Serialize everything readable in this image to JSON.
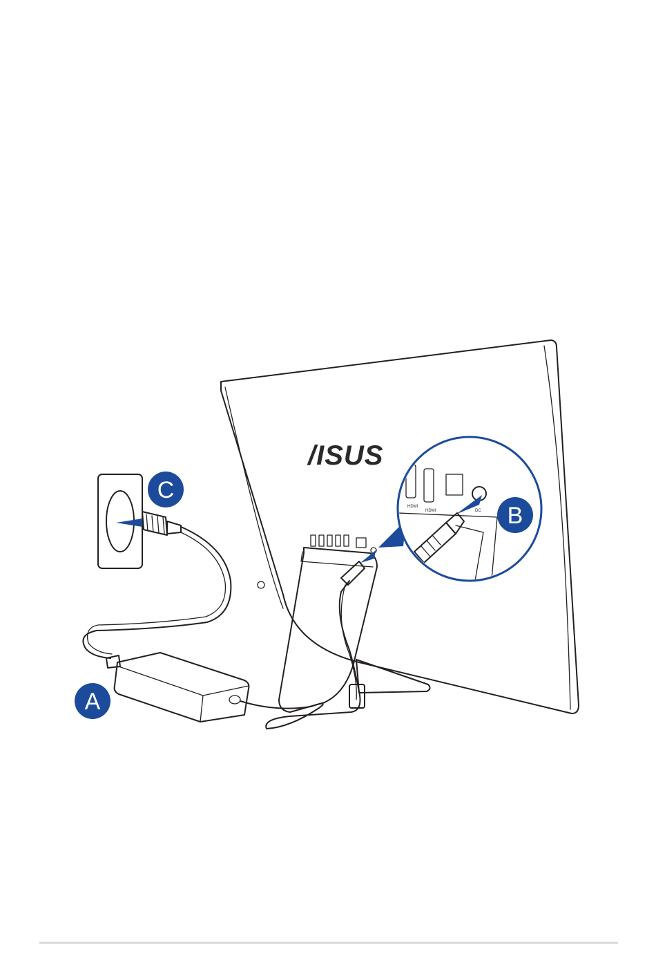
{
  "brand_text": "/ISUS",
  "labels": {
    "adapter": "A",
    "dc_in_port": "B",
    "wall_outlet": "C"
  },
  "colors": {
    "accent": "#1c4b9b",
    "line": "#231f20",
    "rule": "#d9d9d9"
  },
  "icons": {
    "arrow": "insert-arrow-icon",
    "zoom": "magnifier-callout"
  }
}
